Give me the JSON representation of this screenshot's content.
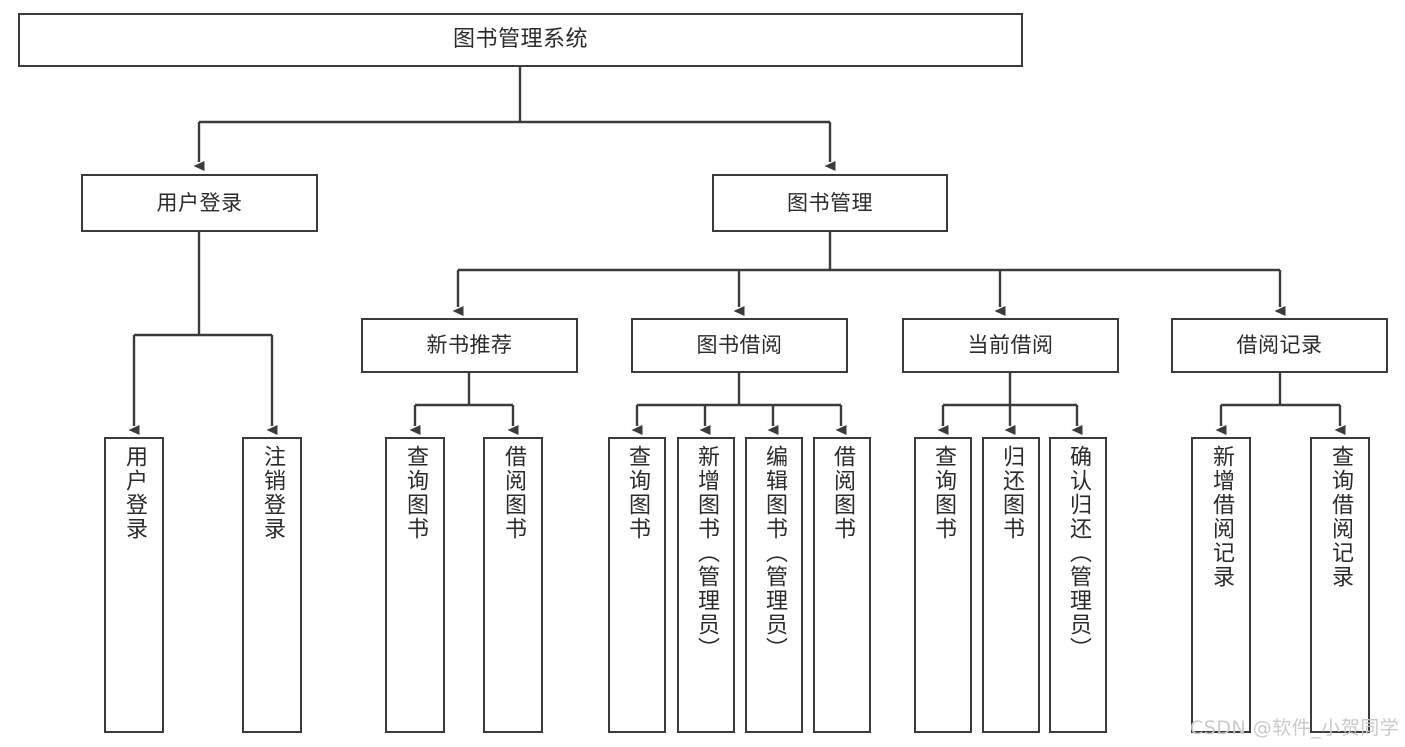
{
  "diagram": {
    "title": "图书管理系统",
    "type": "tree-hierarchy",
    "orientation": "top-down",
    "colors": {
      "box_border": "#3b3b3b",
      "box_fill": "#ffffff",
      "connector": "#3b3b3b",
      "text": "#2b2b2b",
      "watermark": "#c9c9c9",
      "background": "#ffffff"
    }
  },
  "nodes": {
    "root": {
      "label": "图书管理系统"
    },
    "level2": [
      {
        "id": "user-login",
        "label": "用户登录"
      },
      {
        "id": "book-manage",
        "label": "图书管理"
      }
    ],
    "level3": [
      {
        "id": "new-book-recommend",
        "label": "新书推荐"
      },
      {
        "id": "book-borrow",
        "label": "图书借阅"
      },
      {
        "id": "current-borrow",
        "label": "当前借阅"
      },
      {
        "id": "borrow-record",
        "label": "借阅记录"
      }
    ],
    "leaves": {
      "user-login": [
        {
          "id": "leaf-user-login",
          "label": "用户登录"
        },
        {
          "id": "leaf-logout-login",
          "label": "注销登录"
        }
      ],
      "new-book-recommend": [
        {
          "id": "leaf-query-book-1",
          "label": "查询图书"
        },
        {
          "id": "leaf-borrow-book-1",
          "label": "借阅图书"
        }
      ],
      "book-borrow": [
        {
          "id": "leaf-query-book-2",
          "label": "查询图书"
        },
        {
          "id": "leaf-add-book",
          "label": "新增图书（管理员）"
        },
        {
          "id": "leaf-edit-book",
          "label": "编辑图书（管理员）"
        },
        {
          "id": "leaf-borrow-book-2",
          "label": "借阅图书"
        }
      ],
      "current-borrow": [
        {
          "id": "leaf-query-book-3",
          "label": "查询图书"
        },
        {
          "id": "leaf-return-book",
          "label": "归还图书"
        },
        {
          "id": "leaf-confirm-return",
          "label": "确认归还（管理员）"
        }
      ],
      "borrow-record": [
        {
          "id": "leaf-add-record",
          "label": "新增借阅记录"
        },
        {
          "id": "leaf-query-record",
          "label": "查询借阅记录"
        }
      ]
    }
  },
  "watermark": {
    "text": "CSDN @软件_小贺同学"
  }
}
